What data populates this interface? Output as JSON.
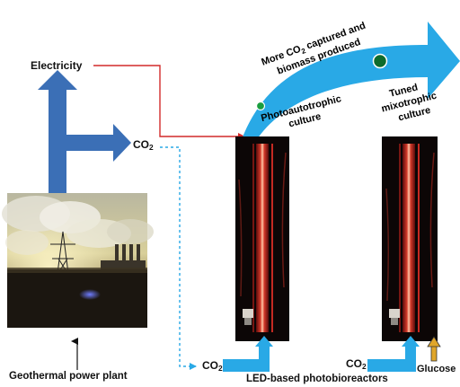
{
  "labels": {
    "electricity": "Electricity",
    "co2_base": "CO",
    "co2_sub": "2",
    "more_co2_prefix": "More CO",
    "more_co2_sub": "2",
    "more_co2_suffix": " captured and",
    "biomass_produced": "biomass produced",
    "photoautotrophic": "Photoautotrophic",
    "culture": "culture",
    "tuned": "Tuned",
    "mixotrophic": "mixotrophic",
    "glucose": "Glucose",
    "geothermal_power_plant": "Geothermal power plant",
    "led_photobioreactors": "LED-based photobioreactors"
  },
  "colors": {
    "blue_arrow": "#3b6fb6",
    "light_blue": "#29a9e6",
    "red_line": "#d22a2a",
    "dashed_blue": "#29a9e6",
    "glucose_arrow": "#e0a62a",
    "dot_small": "#1a9e3f",
    "dot_large": "#0f6b2c"
  }
}
